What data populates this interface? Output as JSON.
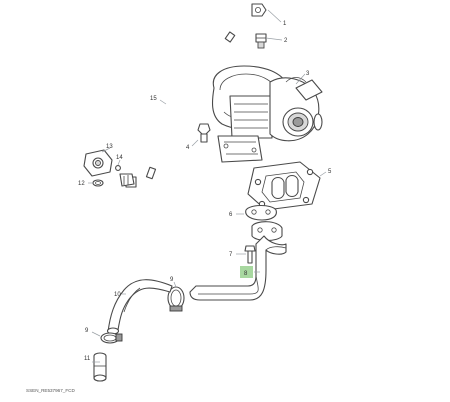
{
  "callouts": {
    "c1": "1",
    "c2": "2",
    "c3": "3",
    "c4": "4",
    "c5": "5",
    "c6": "6",
    "c7": "7",
    "c8": "8",
    "c9a": "9",
    "c9b": "9",
    "c10": "10",
    "c11": "11",
    "c12": "12",
    "c13": "13",
    "c14": "14",
    "c15": "15"
  },
  "highlighted_callout": "8",
  "highlight_color": "#a8d8a0",
  "drawing_code": "SSEN_RE537967_FCD"
}
